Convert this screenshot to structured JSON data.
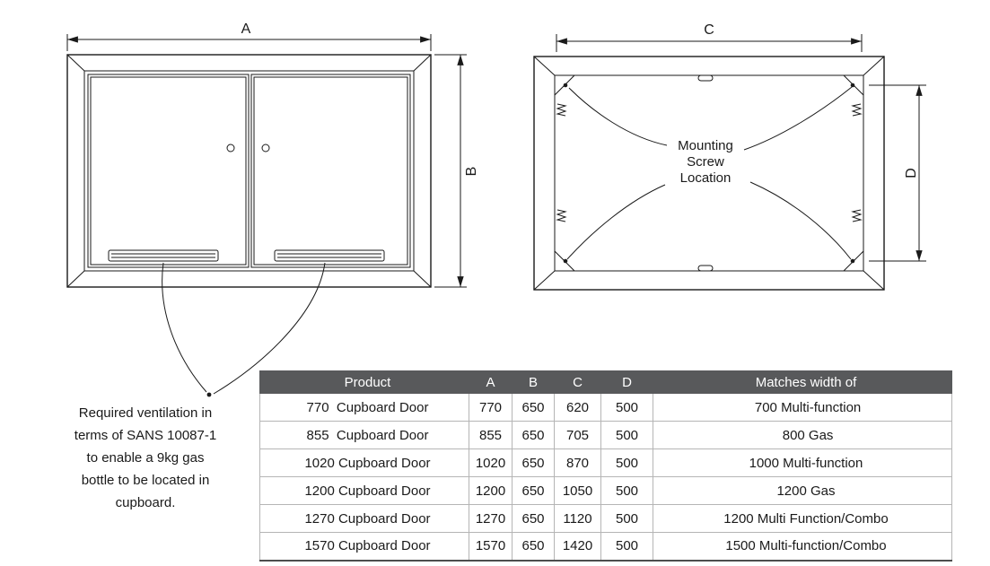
{
  "views": {
    "front": {
      "dim_width": "A",
      "dim_height": "B"
    },
    "back": {
      "dim_width": "C",
      "dim_height": "D",
      "mounting_note": [
        "Mounting",
        "Screw",
        "Location"
      ]
    }
  },
  "ventilation_note": {
    "lines": [
      "Required ventilation in",
      "terms of SANS 10087-1",
      "to enable a 9kg gas",
      "bottle to be located in",
      "cupboard."
    ]
  },
  "table": {
    "headers": [
      "Product",
      "A",
      "B",
      "C",
      "D",
      "Matches width of"
    ],
    "rows": [
      [
        "770  Cupboard Door",
        "770",
        "650",
        "620",
        "500",
        " 700 Multi-function"
      ],
      [
        "855  Cupboard Door",
        "855",
        "650",
        "705",
        "500",
        " 800 Gas"
      ],
      [
        "1020 Cupboard Door",
        "1020",
        "650",
        "870",
        "500",
        "1000 Multi-function"
      ],
      [
        "1200 Cupboard Door",
        "1200",
        "650",
        "1050",
        "500",
        "1200 Gas"
      ],
      [
        "1270 Cupboard Door",
        "1270",
        "650",
        "1120",
        "500",
        "1200 Multi Function/Combo"
      ],
      [
        "1570 Cupboard Door",
        "1570",
        "650",
        "1420",
        "500",
        "1500 Multi-function/Combo"
      ]
    ]
  }
}
